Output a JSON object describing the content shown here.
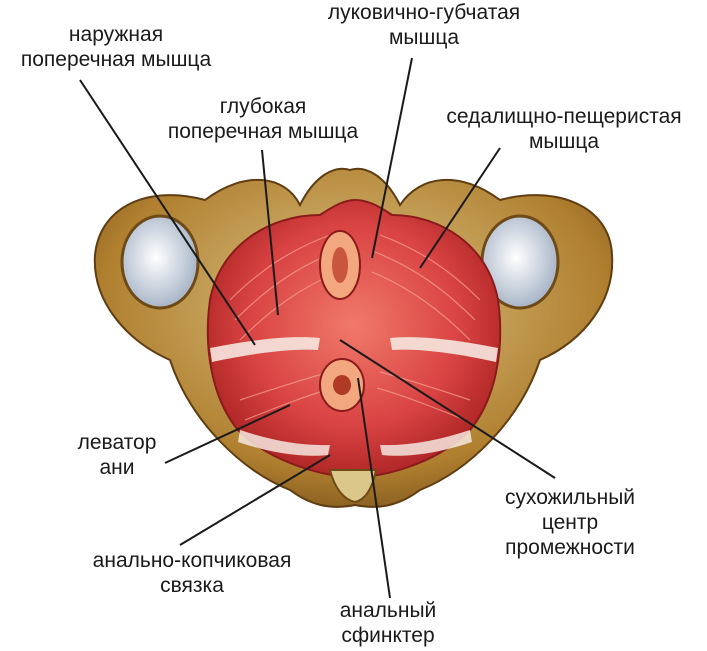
{
  "colors": {
    "bone": "#b07f2f",
    "bone_light": "#dcc78a",
    "muscle": "#d94343",
    "muscle_dark": "#a51f1f",
    "muscle_light": "#f07a6a",
    "socket": "#c9d4e2",
    "leader_line": "#1a1a1a"
  },
  "labels": {
    "external_transverse": {
      "line1": "наружная",
      "line2": "поперечная мышца"
    },
    "bulbospongiosus": {
      "line1": "луковично-губчатая",
      "line2": "мышца"
    },
    "deep_transverse": {
      "line1": "глубокая",
      "line2": "поперечная мышца"
    },
    "ischiocavernosus": {
      "line1": "седалищно-пещеристая",
      "line2": "мышца"
    },
    "levator_ani": {
      "line1": "леватор",
      "line2": "ани"
    },
    "anococcygeal": {
      "line1": "анально-копчиковая",
      "line2": "связка"
    },
    "tendinous_center": {
      "line1": "сухожильный",
      "line2": "центр",
      "line3": "промежности"
    },
    "anal_sphincter": {
      "line1": "анальный",
      "line2": "сфинктер"
    }
  }
}
